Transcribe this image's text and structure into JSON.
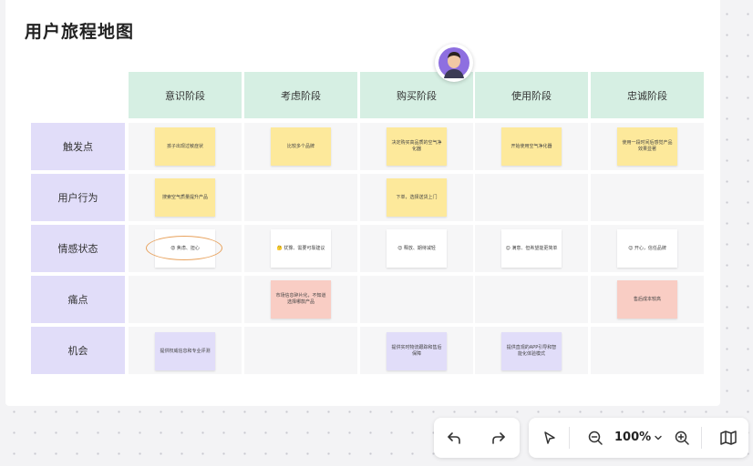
{
  "title": "用户旅程地图",
  "columns": [
    "意识阶段",
    "考虑阶段",
    "购买阶段",
    "使用阶段",
    "忠诚阶段"
  ],
  "rows": [
    "触发点",
    "用户行为",
    "情感状态",
    "痛点",
    "机会"
  ],
  "notes": {
    "trigger": [
      "孩子出现过敏症状",
      "比较多个品牌",
      "决定购买高品质的空气净化器",
      "开始使用空气净化器",
      "使用一段时间后感觉产品效果显著"
    ],
    "behavior": [
      "搜索空气质量提升产品",
      "下单，选择送货上门"
    ],
    "emotion": [
      "😟 焦虑、担心",
      "🤔 犹豫、需要可靠建议",
      "😌 释放、期待减轻",
      "😊 满意、但希望能更简单",
      "😊 开心，信任品牌"
    ],
    "pain": [
      "市场信息碎片化，不知道选择哪款产品",
      "售后成本较高"
    ],
    "opportunity": [
      "提供权威信息和专业评测",
      "提供实时物流跟踪和售后保障",
      "提供直观的APP引导和智能化体验模式"
    ]
  },
  "toolbar": {
    "zoom": "100%"
  }
}
